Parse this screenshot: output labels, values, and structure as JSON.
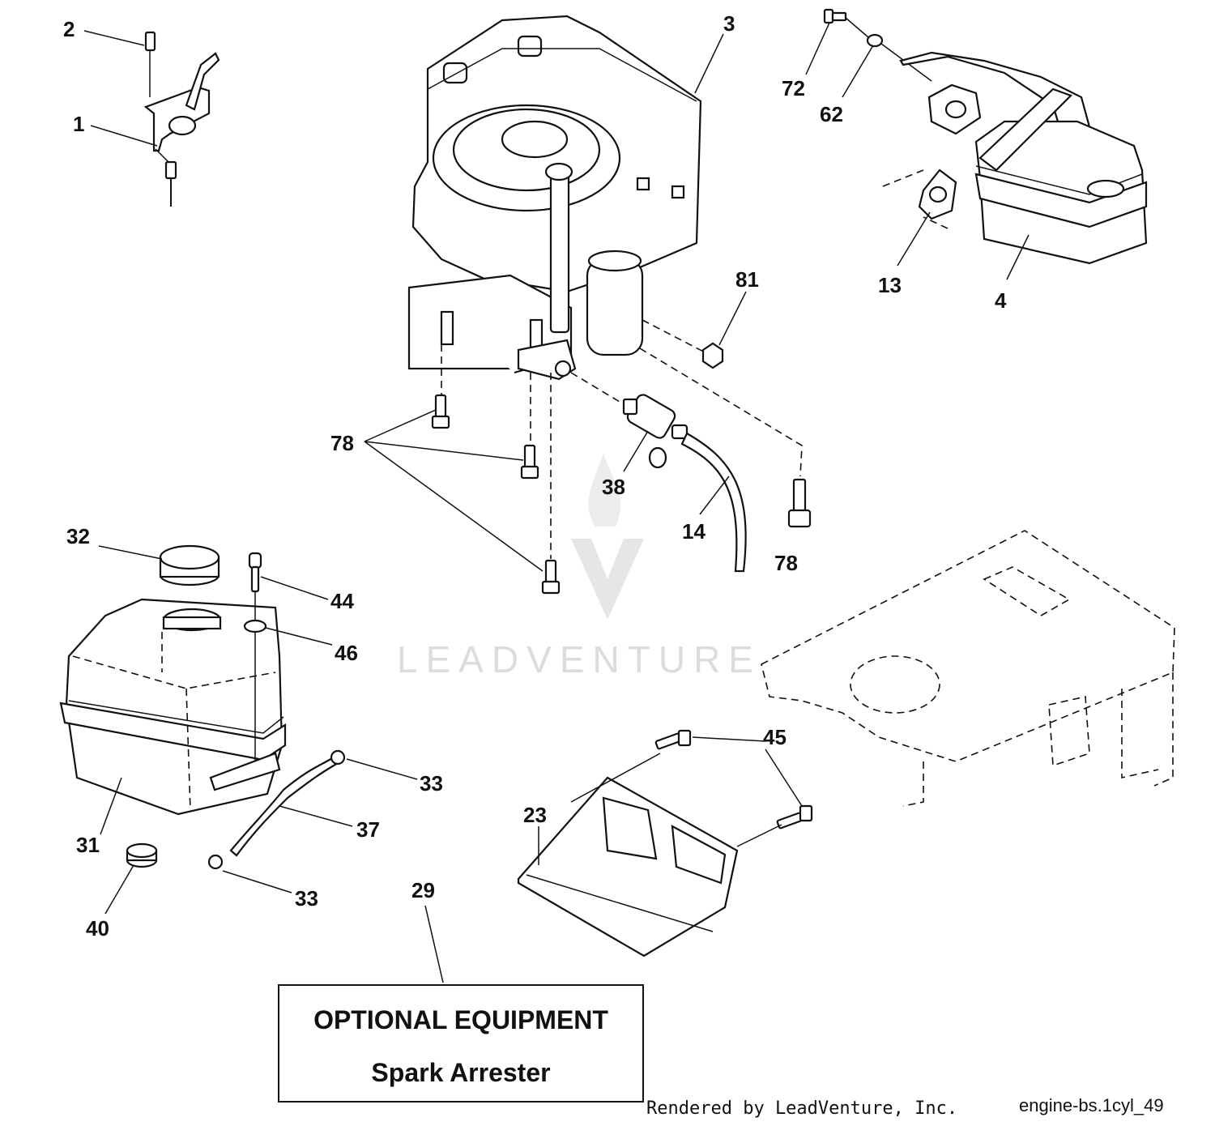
{
  "diagram": {
    "watermark": "LEADVENTURE",
    "callouts": [
      {
        "id": "c-2",
        "label": "2"
      },
      {
        "id": "c-1",
        "label": "1"
      },
      {
        "id": "c-3",
        "label": "3"
      },
      {
        "id": "c-72",
        "label": "72"
      },
      {
        "id": "c-62",
        "label": "62"
      },
      {
        "id": "c-13",
        "label": "13"
      },
      {
        "id": "c-4",
        "label": "4"
      },
      {
        "id": "c-81",
        "label": "81"
      },
      {
        "id": "c-78a",
        "label": "78"
      },
      {
        "id": "c-38",
        "label": "38"
      },
      {
        "id": "c-14",
        "label": "14"
      },
      {
        "id": "c-78b",
        "label": "78"
      },
      {
        "id": "c-32",
        "label": "32"
      },
      {
        "id": "c-44",
        "label": "44"
      },
      {
        "id": "c-46",
        "label": "46"
      },
      {
        "id": "c-45",
        "label": "45"
      },
      {
        "id": "c-33a",
        "label": "33"
      },
      {
        "id": "c-37",
        "label": "37"
      },
      {
        "id": "c-23",
        "label": "23"
      },
      {
        "id": "c-31",
        "label": "31"
      },
      {
        "id": "c-40",
        "label": "40"
      },
      {
        "id": "c-33b",
        "label": "33"
      },
      {
        "id": "c-29",
        "label": "29"
      }
    ]
  },
  "optional_box": {
    "title": "OPTIONAL EQUIPMENT",
    "subtitle": "Spark Arrester"
  },
  "footer": {
    "credit": "Rendered by LeadVenture, Inc.",
    "code": "engine-bs.1cyl_49"
  }
}
